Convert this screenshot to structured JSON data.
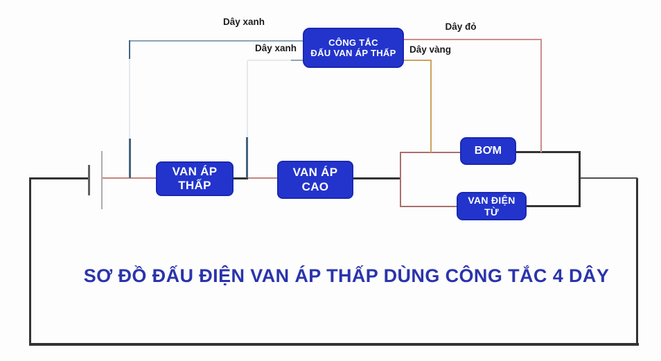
{
  "title": "SƠ ĐỒ ĐẤU ĐIỆN VAN ÁP THẤP DÙNG CÔNG TẮC 4 DÂY",
  "boxes": {
    "switch": {
      "line1": "CÔNG TẮC",
      "line2": "ĐẤU VAN ÁP THẤP"
    },
    "low_valve": {
      "line1": "VAN ÁP",
      "line2": "THẤP"
    },
    "high_valve": {
      "line1": "VAN ÁP",
      "line2": "CAO"
    },
    "pump": {
      "label": "BƠM"
    },
    "solenoid_valve": {
      "line1": "VAN ĐIỆN",
      "line2": "TỪ"
    }
  },
  "wire_labels": {
    "blue_top": "Dây xanh",
    "blue_lower": "Dây xanh",
    "red": "Dây đỏ",
    "yellow": "Dây vàng"
  },
  "colors": {
    "box_blue": "#2334cc",
    "box_border": "#1a28b0",
    "title_blue": "#2a34ac",
    "wire_black": "#333333",
    "wire_gray": "#4f4f4f",
    "wire_red_main": "#c5857b",
    "wire_red_branch": "#a8706c",
    "wire_red_bright": "#cc8d8d",
    "wire_yellow": "#c9a45e",
    "wire_blue": "#8ba3b6",
    "wire_blue_dark": "#45637e",
    "battery_dark": "#606060",
    "battery_light": "#a9aeb3"
  }
}
